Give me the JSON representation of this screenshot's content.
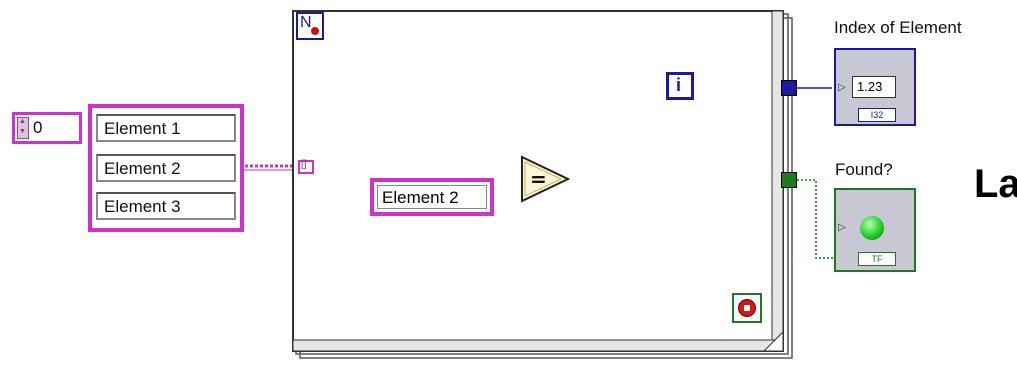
{
  "array_control": {
    "index_value": "0",
    "elements": [
      "Element 1",
      "Element 2",
      "Element 3"
    ]
  },
  "loop": {
    "iteration_terminal": "i",
    "count_terminal": "N"
  },
  "constant": {
    "value": "Element 2"
  },
  "comparison": {
    "symbol": "="
  },
  "index_indicator": {
    "label": "Index of Element",
    "value": "1.23",
    "type": "I32"
  },
  "found_indicator": {
    "label": "Found?",
    "type": "TF"
  },
  "partial_text": "La",
  "colors": {
    "string_wire": "#cc33cc",
    "int_wire": "#1a1aa0",
    "bool_wire": "#008000",
    "loop_border": "#444444"
  }
}
